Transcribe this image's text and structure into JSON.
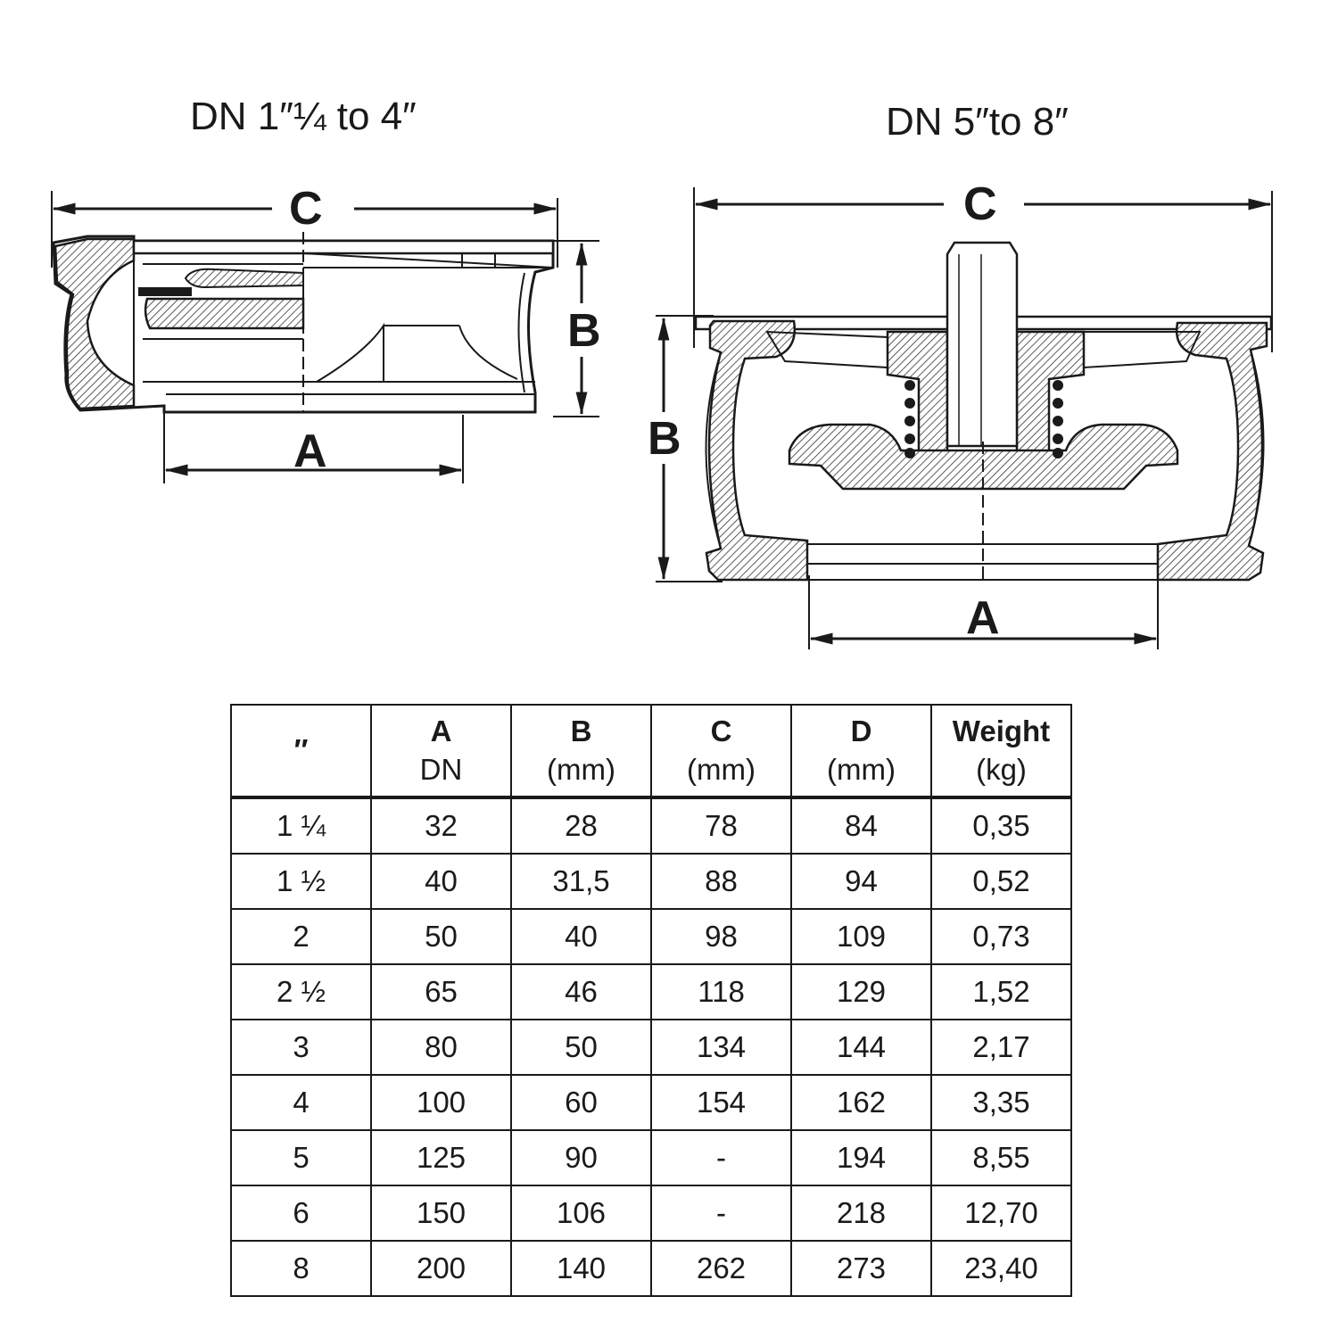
{
  "titles": {
    "left": "DN 1″¼ to 4″",
    "right": "DN 5″to 8″"
  },
  "dimension_labels": {
    "a": "A",
    "b": "B",
    "c": "C"
  },
  "table": {
    "headers": [
      {
        "line1": "″",
        "line2": ""
      },
      {
        "line1": "A",
        "line2": "DN"
      },
      {
        "line1": "B",
        "line2": "(mm)"
      },
      {
        "line1": "C",
        "line2": "(mm)"
      },
      {
        "line1": "D",
        "line2": "(mm)"
      },
      {
        "line1": "Weight",
        "line2": "(kg)"
      }
    ],
    "rows": [
      [
        "1 ¼",
        "32",
        "28",
        "78",
        "84",
        "0,35"
      ],
      [
        "1 ½",
        "40",
        "31,5",
        "88",
        "94",
        "0,52"
      ],
      [
        "2",
        "50",
        "40",
        "98",
        "109",
        "0,73"
      ],
      [
        "2 ½",
        "65",
        "46",
        "118",
        "129",
        "1,52"
      ],
      [
        "3",
        "80",
        "50",
        "134",
        "144",
        "2,17"
      ],
      [
        "4",
        "100",
        "60",
        "154",
        "162",
        "3,35"
      ],
      [
        "5",
        "125",
        "90",
        "-",
        "194",
        "8,55"
      ],
      [
        "6",
        "150",
        "106",
        "-",
        "218",
        "12,70"
      ],
      [
        "8",
        "200",
        "140",
        "262",
        "273",
        "23,40"
      ]
    ]
  }
}
